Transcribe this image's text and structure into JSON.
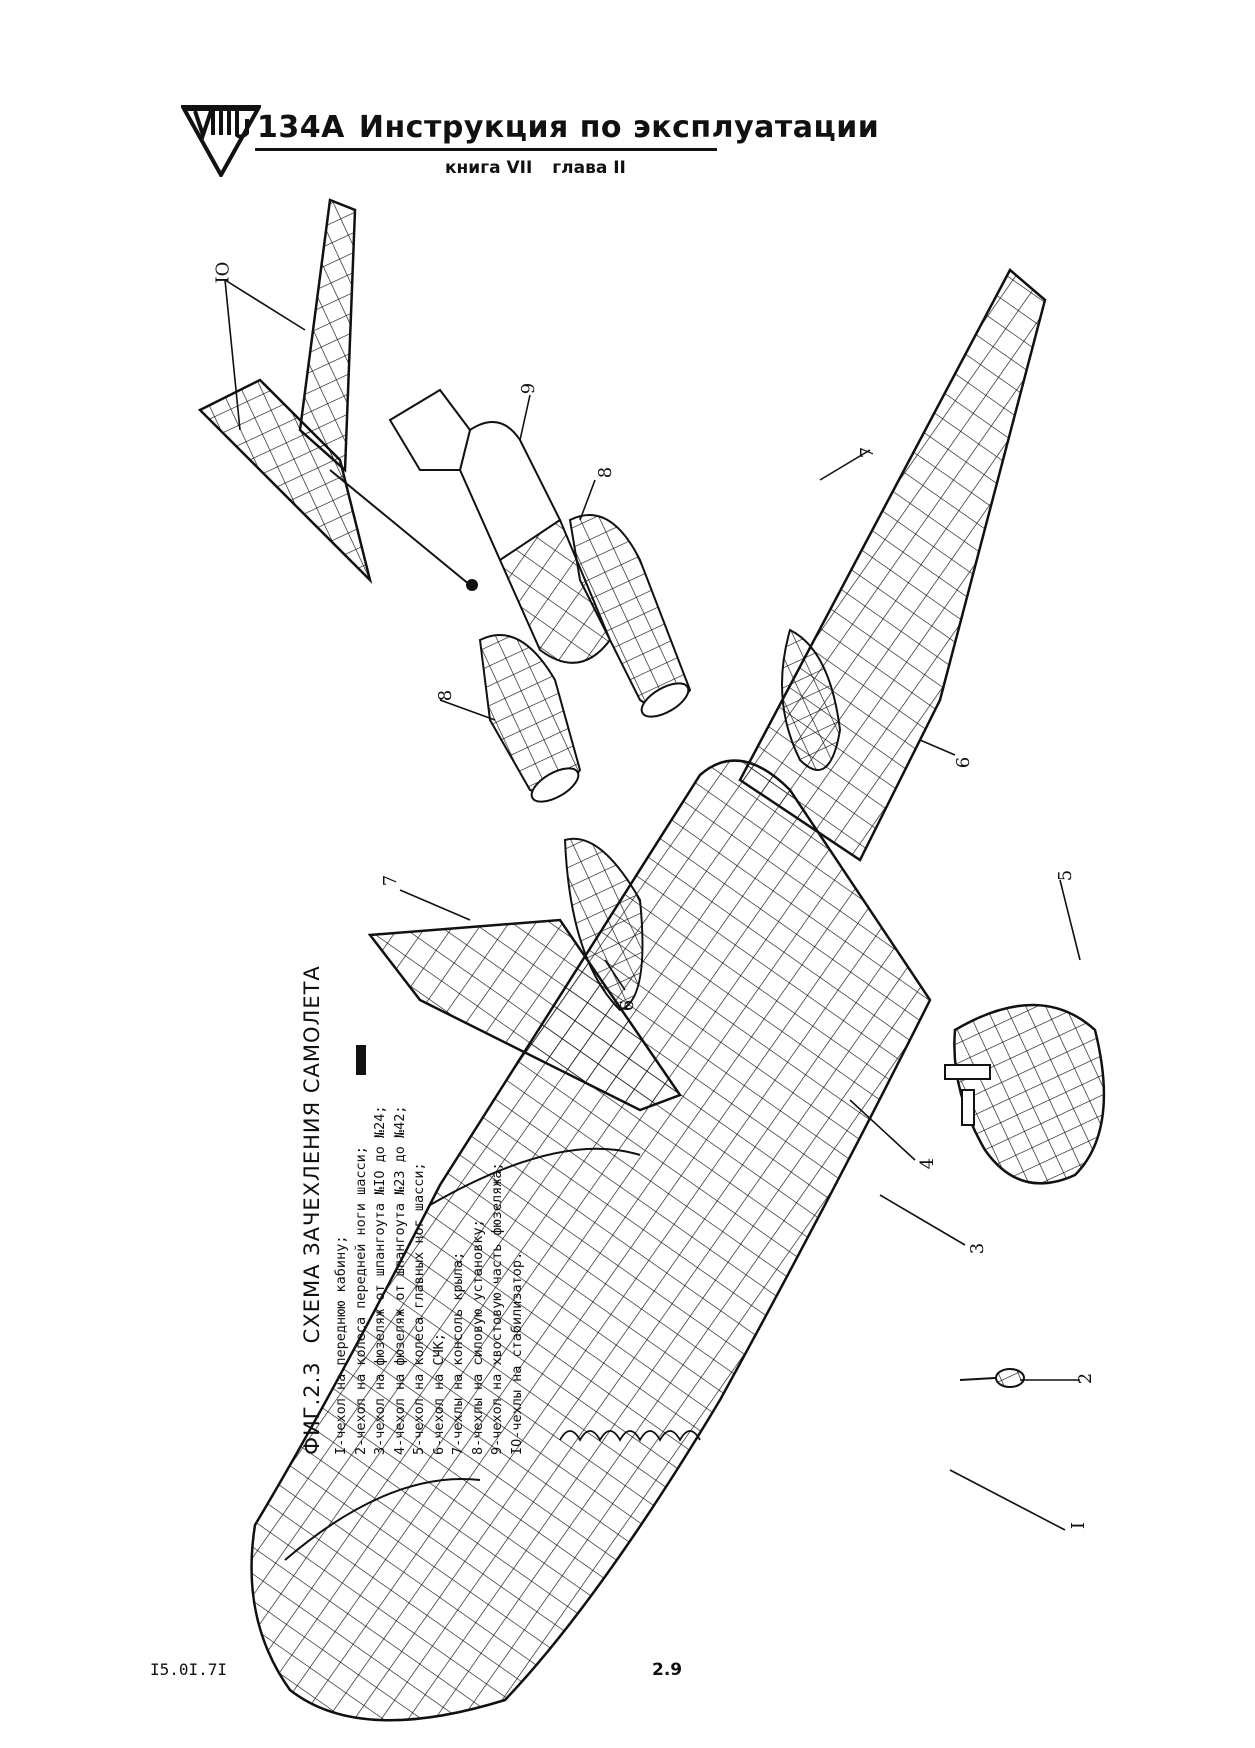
{
  "header": {
    "model": "134А",
    "title": "Инструкция по эксплуатации",
    "book": "книга VII",
    "chapter": "глава II"
  },
  "figure": {
    "number": "ФИГ.2.3",
    "title": "СХЕМА ЗАЧЕХЛЕНИЯ САМОЛЕТА",
    "legend": [
      "I-чехол на переднюю кабину;",
      "2-чехол на колеса передней ноги шасси;",
      "3-чехол на фюзеляж от шпангоута №IO до №24;",
      "4-чехол на фюзеляж от шпангоута №23 до №42;",
      "5-чехол на колеса главных ног шасси;",
      "6-чехол на СЧК;",
      "7-чехлы на консоль крыла;",
      "8-чехлы на силовую установку;",
      "9-чехол на хвостовую часть фюзеляжа;",
      "IO-чехлы на стабилизатор."
    ]
  },
  "part_labels": {
    "p1": "I",
    "p2": "2",
    "p3": "3",
    "p4": "4",
    "p5": "5",
    "p6a": "6",
    "p6b": "6",
    "p7a": "7",
    "p7b": "7",
    "p8a": "8",
    "p8b": "8",
    "p9": "9",
    "p10": "IO"
  },
  "footer": {
    "date": "I5.0I.7I",
    "page": "2.9"
  }
}
